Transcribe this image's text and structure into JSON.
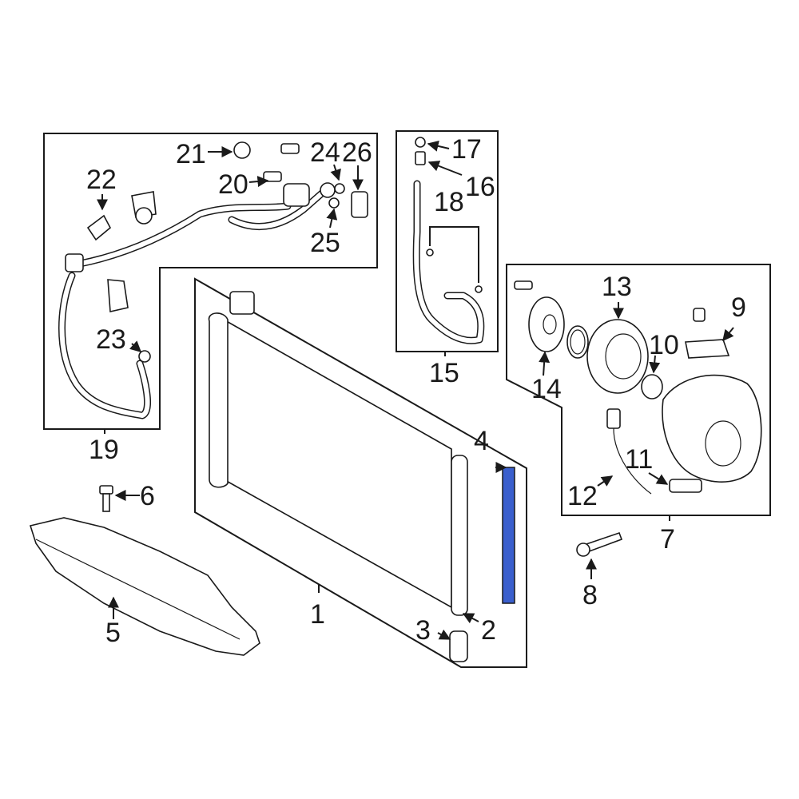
{
  "diagram": {
    "highlight_color": "#3a5fcd",
    "line_color": "#1a1a1a",
    "callouts": [
      {
        "id": "c1",
        "text": "1"
      },
      {
        "id": "c2",
        "text": "2"
      },
      {
        "id": "c3",
        "text": "3"
      },
      {
        "id": "c4",
        "text": "4"
      },
      {
        "id": "c5",
        "text": "5"
      },
      {
        "id": "c6",
        "text": "6"
      },
      {
        "id": "c7",
        "text": "7"
      },
      {
        "id": "c8",
        "text": "8"
      },
      {
        "id": "c9",
        "text": "9"
      },
      {
        "id": "c10",
        "text": "10"
      },
      {
        "id": "c11",
        "text": "11"
      },
      {
        "id": "c12",
        "text": "12"
      },
      {
        "id": "c13",
        "text": "13"
      },
      {
        "id": "c14",
        "text": "14"
      },
      {
        "id": "c15",
        "text": "15"
      },
      {
        "id": "c16",
        "text": "16"
      },
      {
        "id": "c17",
        "text": "17"
      },
      {
        "id": "c18",
        "text": "18"
      },
      {
        "id": "c19",
        "text": "19"
      },
      {
        "id": "c20",
        "text": "20"
      },
      {
        "id": "c21",
        "text": "21"
      },
      {
        "id": "c22",
        "text": "22"
      },
      {
        "id": "c23",
        "text": "23"
      },
      {
        "id": "c24",
        "text": "24"
      },
      {
        "id": "c25",
        "text": "25"
      },
      {
        "id": "c26",
        "text": "26"
      }
    ]
  }
}
